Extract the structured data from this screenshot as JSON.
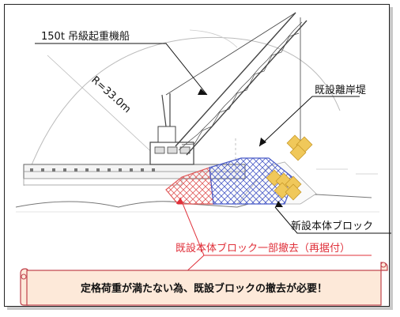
{
  "labels": {
    "crane_ship": "150t 吊級起重機船",
    "radius": "R=33.0m",
    "existing_breakwater": "既設離岸堤",
    "new_block": "新設本体ブロック",
    "removal": "既設本体ブロック一部撤去（再据付）"
  },
  "banner": {
    "message": "定格荷重が満たない為、既設ブロックの撤去が必要！"
  },
  "colors": {
    "red_hatch": "#e05a5a",
    "blue_hatch": "#4a5cc8",
    "yellow_block": "#f0c85a",
    "banner_fill": "#fde9d9",
    "banner_border": "#c0404a",
    "red_text": "#e0303a"
  }
}
